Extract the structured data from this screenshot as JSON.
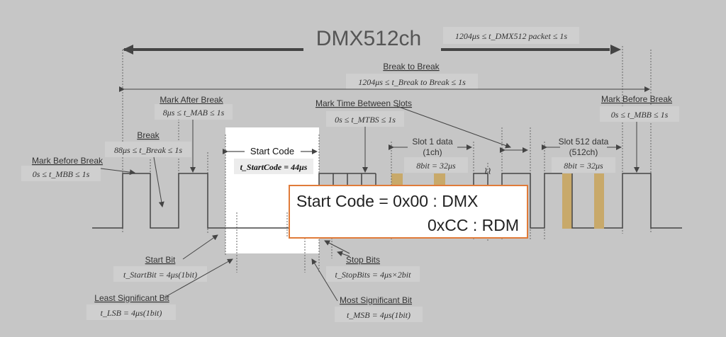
{
  "title": "DMX512ch",
  "packet_time": "1204μs ≤ t_DMX512 packet ≤ 1s",
  "break_to_break": {
    "label": "Break to Break",
    "formula": "1204μs ≤ t_Break to Break ≤ 1s"
  },
  "mark_after_break": {
    "label": "Mark After Break",
    "formula": "8μs ≤ t_MAB ≤ 1s"
  },
  "break": {
    "label": "Break",
    "formula": "88μs ≤ t_Break ≤ 1s"
  },
  "mark_before_break_left": {
    "label": "Mark Before Break",
    "formula": "0s ≤ t_MBB ≤ 1s"
  },
  "mark_before_break_right": {
    "label": "Mark Before Break",
    "formula": "0s ≤ t_MBB ≤ 1s"
  },
  "mark_time_between_slots": {
    "label": "Mark Time Between Slots",
    "formula": "0s ≤ t_MTBS ≤ 1s"
  },
  "start_code": {
    "label": "Start Code",
    "formula": "t_StartCode = 44μs"
  },
  "slot1": {
    "label1": "Slot 1 data",
    "label2": "(1ch)",
    "formula": "8bit = 32μs"
  },
  "slot512": {
    "label1": "Slot 512 data",
    "label2": "(512ch)",
    "formula": "8bit = 32μs"
  },
  "wavy": "≀≀",
  "callout": {
    "line1": "Start Code = 0x00  : DMX",
    "line2": "0xCC : RDM",
    "border_color": "#e07b39"
  },
  "start_bit": {
    "label": "Start Bit",
    "formula": "t_StartBit = 4μs(1bit)"
  },
  "stop_bits": {
    "label": "Stop Bits",
    "formula": "t_StopBits = 4μs×2bit"
  },
  "lsb": {
    "label": "Least Significant Bit",
    "formula": "t_LSB = 4μs(1bit)"
  },
  "msb": {
    "label": "Most Significant Bit",
    "formula": "t_MSB = 4μs(1bit)"
  },
  "colors": {
    "background": "#c6c6c6",
    "signal": "#444444",
    "highlight": "#c8a96a",
    "start_code_box": "#ffffff"
  }
}
